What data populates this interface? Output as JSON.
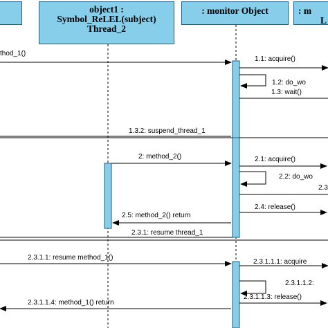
{
  "lifelines": {
    "l0": {
      "line1": "",
      "line2": ""
    },
    "object1": {
      "line1": "object1 :",
      "line2": "Symbol_ReLEL(subject)",
      "line3": "Thread_2"
    },
    "monitor": {
      "line1": ": monitor Object"
    },
    "l3": {
      "line1": ": m",
      "line2": "L"
    }
  },
  "messages": {
    "m1": "thod_1()",
    "m1_1": "1.1: acquire()",
    "m1_2": "1.2: do_wo",
    "m1_3": "1.3: wait()",
    "m1_3_2": "1.3.2: suspend_thread_1",
    "m2": "2: method_2()",
    "m2_1": "2.1: acquire()",
    "m2_2": "2.2: do_wo",
    "m2_3": "2.3",
    "m2_4": "2.4: release()",
    "m2_5": "2.5: method_2() return",
    "m2_3_1": "2.3.1: resume thread_1",
    "m2_3_1_1": "2.3.1.1: resume method_1()",
    "m2_3_1_1_1": "2.3.1.1.1: acquire",
    "m2_3_1_1_2": "2.3.1.1.2:",
    "m2_3_1_1_3": "2.3.1.1.3: release()",
    "m2_3_1_1_4": "2.3.1.1.4: method_1() return"
  },
  "colors": {
    "header_fill": "#87CEEB",
    "activation_fill": "#87CEEB",
    "line": "#1b5d86"
  }
}
